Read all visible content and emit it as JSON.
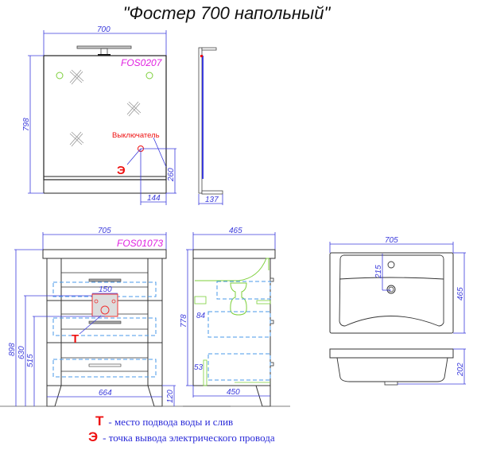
{
  "title": "\"Фостер 700 напольный\"",
  "mirror": {
    "code": "FOS0207",
    "width": "700",
    "height": "798",
    "switch_label": "Выключатель",
    "switch_height": "260",
    "switch_offset": "144",
    "electric_marker": "Э"
  },
  "mirror_side": {
    "depth": "137"
  },
  "vanity_front": {
    "code": "FOS01073",
    "width": "705",
    "base_width": "664",
    "plate_width": "150",
    "height_total": "898",
    "height_630": "630",
    "height_515": "515",
    "leg_height": "120",
    "water_marker": "Т"
  },
  "vanity_side": {
    "depth": "465",
    "base_depth": "450",
    "height": "778",
    "offset_84": "84",
    "offset_53": "53"
  },
  "sink_top": {
    "width": "705",
    "depth": "465",
    "drain_offset": "215"
  },
  "sink_side": {
    "height": "202"
  },
  "legend": [
    {
      "mark": "Т",
      "text": "- место подвода воды и слив"
    },
    {
      "mark": "Э",
      "text": "- точка вывода электрического провода"
    }
  ],
  "colors": {
    "dimension": "#3b3bdc",
    "code": "#e020e0",
    "marker": "#ee1111",
    "plumbing": "#7ccf3a",
    "hidden": "#4a9ae8"
  }
}
